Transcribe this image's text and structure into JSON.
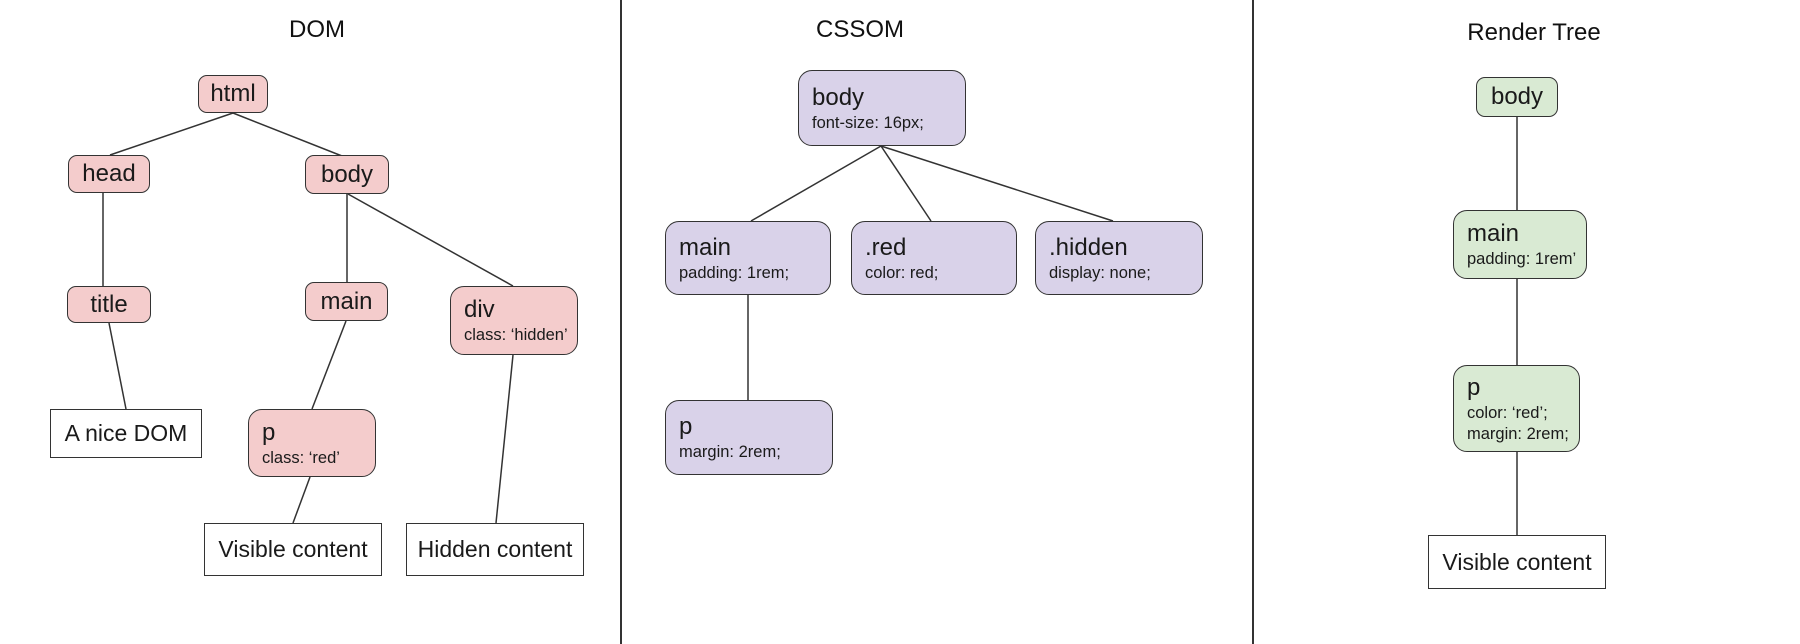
{
  "colors": {
    "dom_node_fill": "#f4cccc",
    "cssom_node_fill": "#d9d2e9",
    "render_node_fill": "#d9ead3",
    "leaf_fill": "#ffffff",
    "border_and_lines": "#333333",
    "text": "#1a1a1a"
  },
  "dom": {
    "title": "DOM",
    "nodes": {
      "html": {
        "label": "html"
      },
      "head": {
        "label": "head"
      },
      "body": {
        "label": "body"
      },
      "title_node": {
        "label": "title"
      },
      "main": {
        "label": "main"
      },
      "div": {
        "label": "div",
        "sub": "class: ‘hidden’"
      },
      "p": {
        "label": "p",
        "sub": "class: ‘red’"
      }
    },
    "leaves": {
      "a_nice_dom": "A nice DOM",
      "visible": "Visible content",
      "hidden": "Hidden content"
    }
  },
  "cssom": {
    "title": "CSSOM",
    "nodes": {
      "body": {
        "label": "body",
        "sub": "font-size: 16px;"
      },
      "main": {
        "label": "main",
        "sub": "padding: 1rem;"
      },
      "red": {
        "label": ".red",
        "sub": "color: red;"
      },
      "hidden": {
        "label": ".hidden",
        "sub": "display: none;"
      },
      "p": {
        "label": "p",
        "sub": "margin: 2rem;"
      }
    }
  },
  "render_tree": {
    "title": "Render Tree",
    "nodes": {
      "body": {
        "label": "body"
      },
      "main": {
        "label": "main",
        "sub": "padding: 1rem’"
      },
      "p": {
        "label": "p",
        "sub1": "color: ‘red’;",
        "sub2": "margin: 2rem;"
      }
    },
    "leaves": {
      "visible": "Visible content"
    }
  }
}
